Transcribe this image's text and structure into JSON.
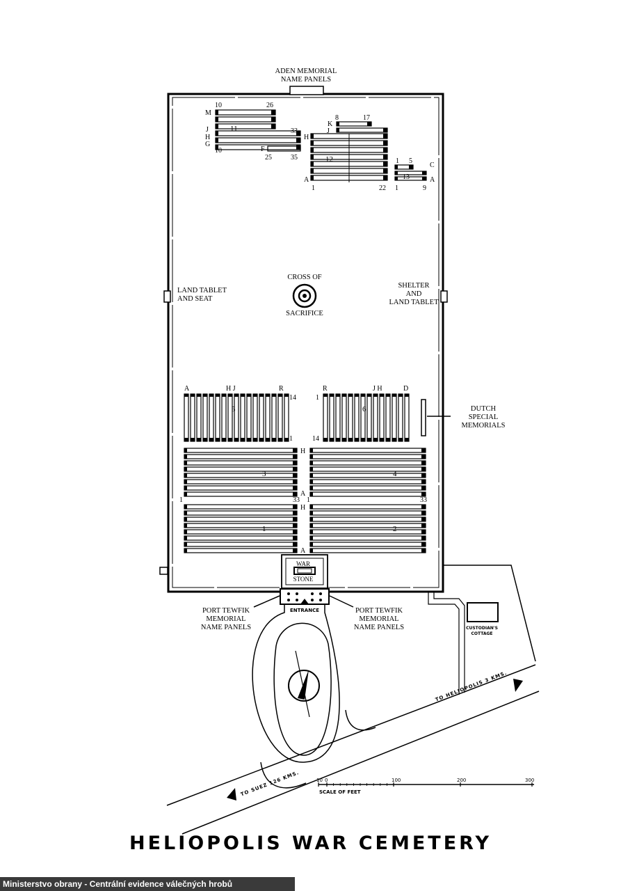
{
  "title": "HELIOPOLIS WAR CEMETERY",
  "credit": "Ministerstvo obrany - Centrální evidence válečných hrobů",
  "labels": {
    "aden_1": "ADEN MEMORIAL",
    "aden_2": "NAME PANELS",
    "land_tablet_seat_1": "LAND TABLET",
    "land_tablet_seat_2": "AND SEAT",
    "cross_1": "CROSS OF",
    "cross_2": "SACRIFICE",
    "shelter_1": "SHELTER",
    "shelter_2": "AND",
    "shelter_3": "LAND TABLET",
    "dutch_1": "DUTCH",
    "dutch_2": "SPECIAL",
    "dutch_3": "MEMORIALS",
    "war_stone_1": "WAR",
    "war_stone_2": "STONE",
    "entrance": "ENTRANCE",
    "port_left_1": "PORT TEWFIK",
    "port_left_2": "MEMORIAL",
    "port_left_3": "NAME PANELS",
    "port_right_1": "PORT TEWFIK",
    "port_right_2": "MEMORIAL",
    "port_right_3": "NAME PANELS",
    "cottage_1": "CUSTODIAN'S",
    "cottage_2": "COTTAGE",
    "road_heliopolis": "TO HELIOPOLIS 3 KMS.",
    "road_suez": "TO SUEZ 126 KMS."
  },
  "scale": {
    "label": "SCALE OF FEET",
    "ticks": [
      "10",
      "0",
      "100",
      "200",
      "300"
    ]
  },
  "plots": {
    "p11": {
      "id": "11",
      "rows_left": [
        "M",
        "J",
        "H",
        "G"
      ],
      "nums": [
        "10",
        "26",
        "33",
        "10",
        "F",
        "25",
        "35"
      ]
    },
    "p12": {
      "id": "12",
      "rows": [
        "K",
        "J",
        "H",
        "A"
      ],
      "nums": [
        "8",
        "17",
        "1",
        "22"
      ]
    },
    "p13": {
      "id": "13",
      "nums": [
        "1",
        "5",
        "C",
        "A",
        "1",
        "9"
      ]
    },
    "p5": {
      "id": "5",
      "top": [
        "A",
        "H J",
        "R"
      ],
      "nums": [
        "14",
        "1"
      ]
    },
    "p6": {
      "id": "6",
      "top": [
        "R",
        "J H",
        "D"
      ],
      "nums": [
        "1",
        "14"
      ]
    },
    "p3": {
      "id": "3"
    },
    "p4": {
      "id": "4"
    },
    "p1": {
      "id": "1"
    },
    "p2": {
      "id": "2"
    },
    "row_marks": {
      "h1": "H",
      "a1": "A",
      "one_l": "1",
      "thirtythree_l": "33",
      "one_r": "1",
      "thirtythree_r": "33",
      "h2": "H",
      "a2": "A"
    }
  }
}
